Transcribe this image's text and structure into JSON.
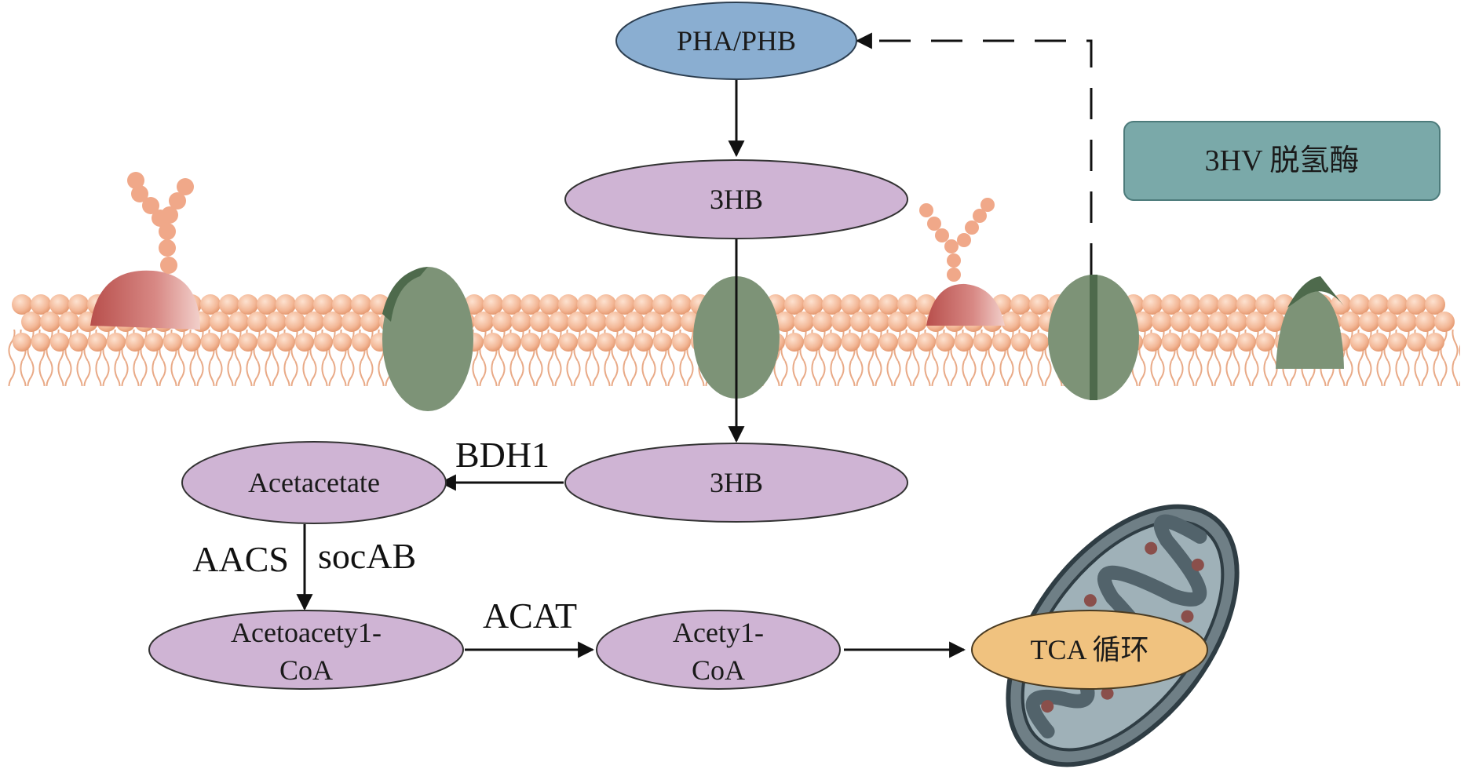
{
  "colors": {
    "pha_node": "#8aaed1",
    "metabolite_node": "#cfb4d4",
    "dehydrogenase_box": "#7aa9a9",
    "tca_node": "#f0c27f",
    "membrane_bead": "#f3b796",
    "membrane_tail": "#e9a57c",
    "transporter": "#7d9377",
    "transporter_dark": "#4e6a4c",
    "glycoprotein": "#c86f6a",
    "mitochondrion": "#6f7f86",
    "mito_outline": "#2f3d44",
    "mito_dot": "#8a4f4b",
    "arrow": "#111111"
  },
  "nodes": {
    "pha_phb": "PHA/PHB",
    "hb_outside": "3HB",
    "hb_inside": "3HB",
    "acetacetate": "Acetacetate",
    "acetoacetyl_line1": "Acetoacety1-",
    "acetoacetyl_line2": "CoA",
    "acetyl_line1": "Acety1-",
    "acetyl_line2": "CoA",
    "tca": "TCA 循环",
    "dehydrogenase": "3HV 脱氢酶"
  },
  "enzymes": {
    "bdh1": "BDH1",
    "aacs": "AACS",
    "socab": "socAB",
    "acat": "ACAT"
  },
  "icons": [
    "lipid-bilayer",
    "transporter-protein",
    "glycoprotein",
    "mitochondrion"
  ]
}
